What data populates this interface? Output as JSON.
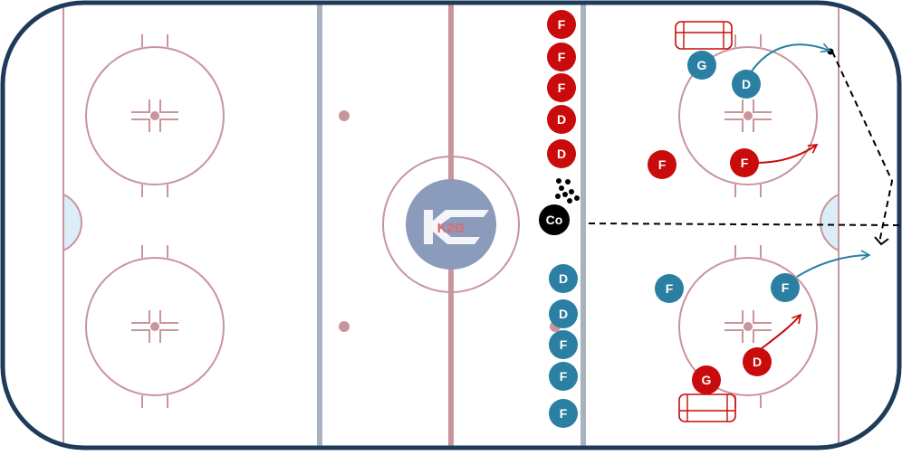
{
  "colors": {
    "board": "#1f3b5a",
    "ice": "#ffffff",
    "line_red": "#c9959c",
    "line_blue": "#a9b3c0",
    "crease": "#dbeef8",
    "red_team": "#c90b0b",
    "blue_team": "#2a7fa3",
    "coach": "#000000",
    "logo_bg": "#8a9bbb",
    "logo_accent": "#e06a6a"
  },
  "logo": {
    "text": "K2G"
  },
  "coach": {
    "label": "Co"
  },
  "red_lineup": [
    "F",
    "F",
    "F",
    "D",
    "D"
  ],
  "blue_lineup": [
    "D",
    "D",
    "F",
    "F",
    "F"
  ],
  "red_players": [
    {
      "label": "F"
    },
    {
      "label": "F"
    },
    {
      "label": "D"
    },
    {
      "label": "G"
    }
  ],
  "blue_players": [
    {
      "label": "G"
    },
    {
      "label": "D"
    },
    {
      "label": "F"
    },
    {
      "label": "F"
    }
  ],
  "icons": {
    "pucks": "puck-pile-icon",
    "goal": "goal-net-icon",
    "faceoff": "faceoff-hash-icon"
  }
}
